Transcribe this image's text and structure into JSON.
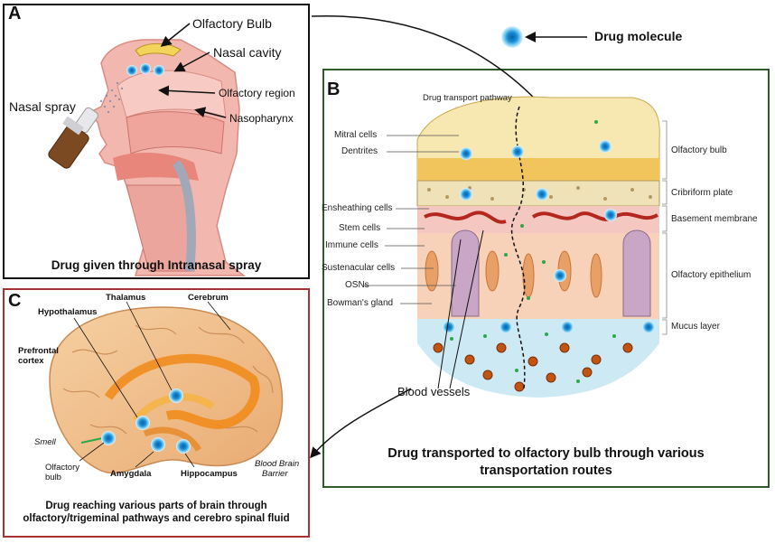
{
  "legend": {
    "molecule_label": "Drug molecule",
    "molecule_color": "#1a8fd6"
  },
  "panelA": {
    "letter": "A",
    "labels": {
      "olfactory_bulb": "Olfactory Bulb",
      "nasal_cavity": "Nasal cavity",
      "olfactory_region": "Olfactory region",
      "nasopharynx": "Nasopharynx",
      "nasal_spray": "Nasal spray"
    },
    "caption_prefix": "Drug given through ",
    "caption_emph": "Intranasal spray"
  },
  "panelB": {
    "letter": "B",
    "pathway_label": "Drug transport pathway",
    "left_labels": [
      "Mitral cells",
      "Dentrites",
      "Ensheathing cells",
      "Stem cells",
      "Immune cells",
      "Sustenacular cells",
      "OSNs",
      "Bowman's gland"
    ],
    "right_labels": [
      "Olfactory bulb",
      "Cribriform plate",
      "Basement membrane",
      "Olfactory epithelium",
      "Mucus layer"
    ],
    "blood_vessels": "Blood vessels",
    "caption_line1": "Drug transported to olfactory bulb through various",
    "caption_line2": "transportation routes"
  },
  "panelC": {
    "letter": "C",
    "labels": {
      "thalamus": "Thalamus",
      "cerebrum": "Cerebrum",
      "hypothalamus": "Hypothalamus",
      "prefrontal": "Prefrontal",
      "cortex": "cortex",
      "smell": "Smell",
      "olfactory": "Olfactory",
      "bulb": "bulb",
      "amygdala": "Amygdala",
      "hippocampus": "Hippocampus",
      "bbb1": "Blood Brain",
      "bbb2": "Barrier"
    },
    "caption_line1": "Drug reaching various parts of brain through",
    "caption_line2": "olfactory/trigeminal pathways and cerebro spinal fluid"
  },
  "colors": {
    "panelA_border": "#111111",
    "panelB_border": "#2f5a2a",
    "panelC_border": "#a83232",
    "skin": "#f2b8b0",
    "bulb_yellow": "#f3d35a",
    "blood_red": "#b5261e"
  }
}
